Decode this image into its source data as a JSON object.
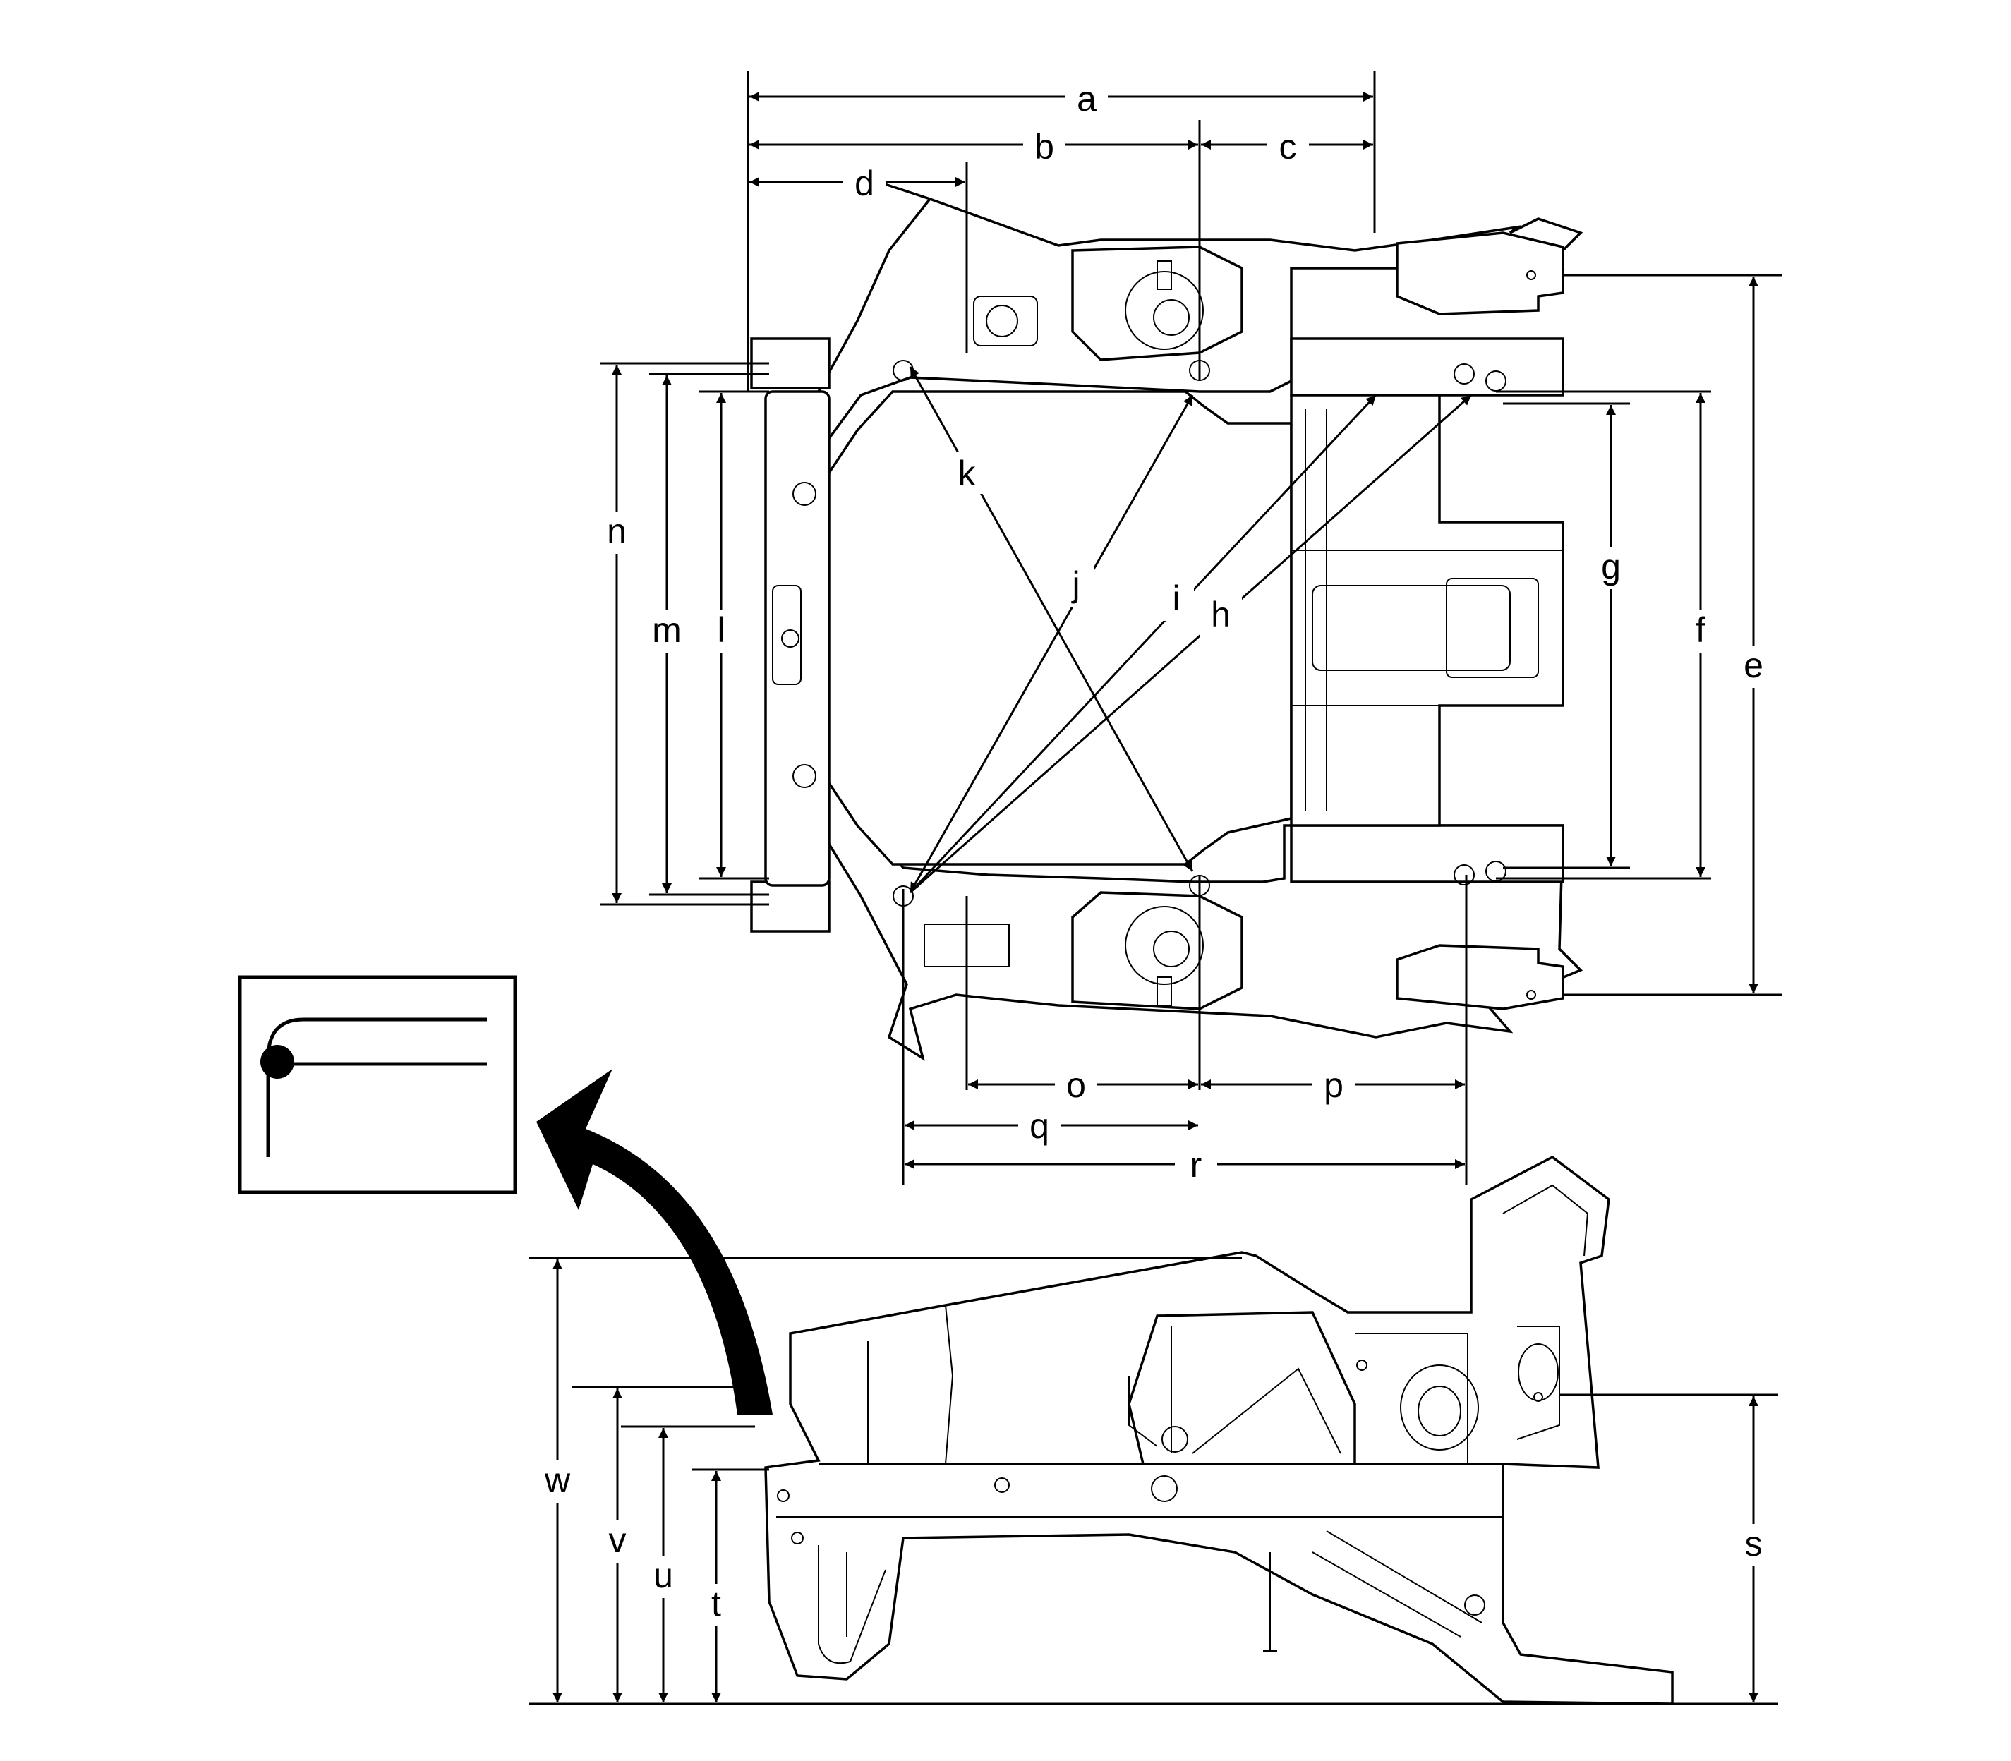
{
  "labels": {
    "a": "a",
    "b": "b",
    "c": "c",
    "d": "d",
    "e": "e",
    "f": "f",
    "g": "g",
    "h": "h",
    "i": "i",
    "j": "j",
    "k": "k",
    "l": "l",
    "m": "m",
    "n": "n",
    "o": "o",
    "p": "p",
    "q": "q",
    "r": "r",
    "s": "s",
    "t": "t",
    "u": "u",
    "v": "v",
    "w": "w"
  },
  "colors": {
    "line": "#000000",
    "background": "#ffffff"
  },
  "icons": {
    "legend": "measurement-point-icon",
    "pointer": "curved-arrow-icon"
  }
}
